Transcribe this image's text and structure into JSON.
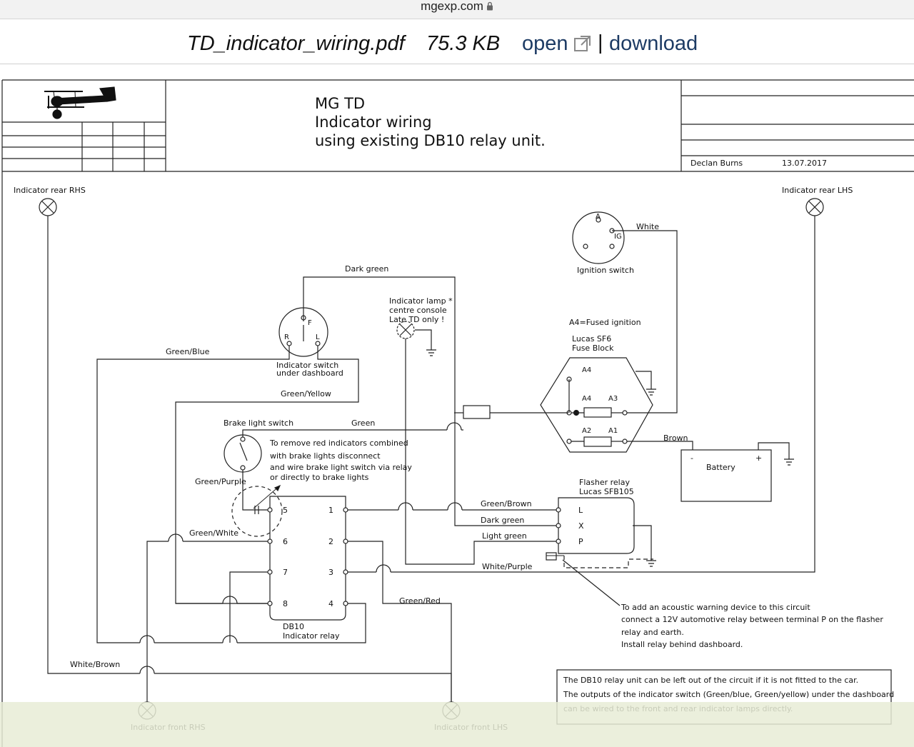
{
  "browser": {
    "url": "mgexp.com",
    "lock_icon": "lock-icon"
  },
  "file": {
    "name": "TD_indicator_wiring.pdf",
    "size": "75.3 KB",
    "open_label": "open",
    "open_icon": "external-link-icon",
    "separator": "|",
    "download_label": "download",
    "link_color": "#1d3b64"
  },
  "title_block": {
    "logo_icon": "biplane-logo-icon",
    "line1": "MG TD",
    "line2": "Indicator wiring",
    "line3": "using existing DB10 relay unit.",
    "author": "Declan Burns",
    "date": "13.07.2017"
  },
  "labels": {
    "rear_rhs": "Indicator rear RHS",
    "rear_lhs": "Indicator rear LHS",
    "front_rhs": "Indicator front RHS",
    "front_lhs": "Indicator front LHS",
    "ign_A": "A",
    "ign_IG": "IG",
    "ignition_switch": "Ignition switch",
    "white": "White",
    "dark_green_top": "Dark green",
    "lamp_1": "Indicator lamp *",
    "lamp_2": "centre console",
    "lamp_3": "Late TD only !",
    "ind_F": "F",
    "ind_R": "R",
    "ind_L": "L",
    "ind_switch_1": "Indicator switch",
    "ind_switch_2": "under dashboard",
    "green_blue": "Green/Blue",
    "green_yellow": "Green/Yellow",
    "fused_ign": "A4=Fused ignition",
    "fuse_1": "Lucas SF6",
    "fuse_2": "Fuse Block",
    "A4_top": "A4",
    "A4": "A4",
    "A3": "A3",
    "A2": "A2",
    "A1": "A1",
    "brown": "Brown",
    "batt_minus": "-",
    "batt_plus": "+",
    "battery": "Battery",
    "brake_switch": "Brake light switch",
    "green": "Green",
    "note_1": "To remove red indicators combined",
    "note_2": "with brake lights disconnect",
    "note_3": "and wire brake light switch via relay",
    "note_4": "or directly to brake lights",
    "green_purple": "Green/Purple",
    "flasher_1": "Flasher relay",
    "flasher_2": "Lucas SFB105",
    "fl_L": "L",
    "fl_X": "X",
    "fl_P": "P",
    "green_brown": "Green/Brown",
    "dark_green": "Dark green",
    "light_green": "Light green",
    "white_purple": "White/Purple",
    "green_white": "Green/White",
    "t5": "5",
    "t6": "6",
    "t7": "7",
    "t8": "8",
    "t1": "1",
    "t2": "2",
    "t3": "3",
    "t4": "4",
    "db10_1": "DB10",
    "db10_2": "Indicator relay",
    "green_red": "Green/Red",
    "white_brown": "White/Brown",
    "acoustic_1": "To add an acoustic warning device to this circuit",
    "acoustic_2": "connect a 12V automotive relay between terminal P on the flasher",
    "acoustic_3": "relay and earth.",
    "acoustic_4": "Install relay behind dashboard.",
    "box_1": "The DB10 relay unit can be left out of the circuit if it is not fitted to the car.",
    "box_2": "The outputs of the indicator switch (Green/blue, Green/yellow) under the dashboard",
    "box_3": "can be wired to the front and rear indicator lamps directly."
  }
}
